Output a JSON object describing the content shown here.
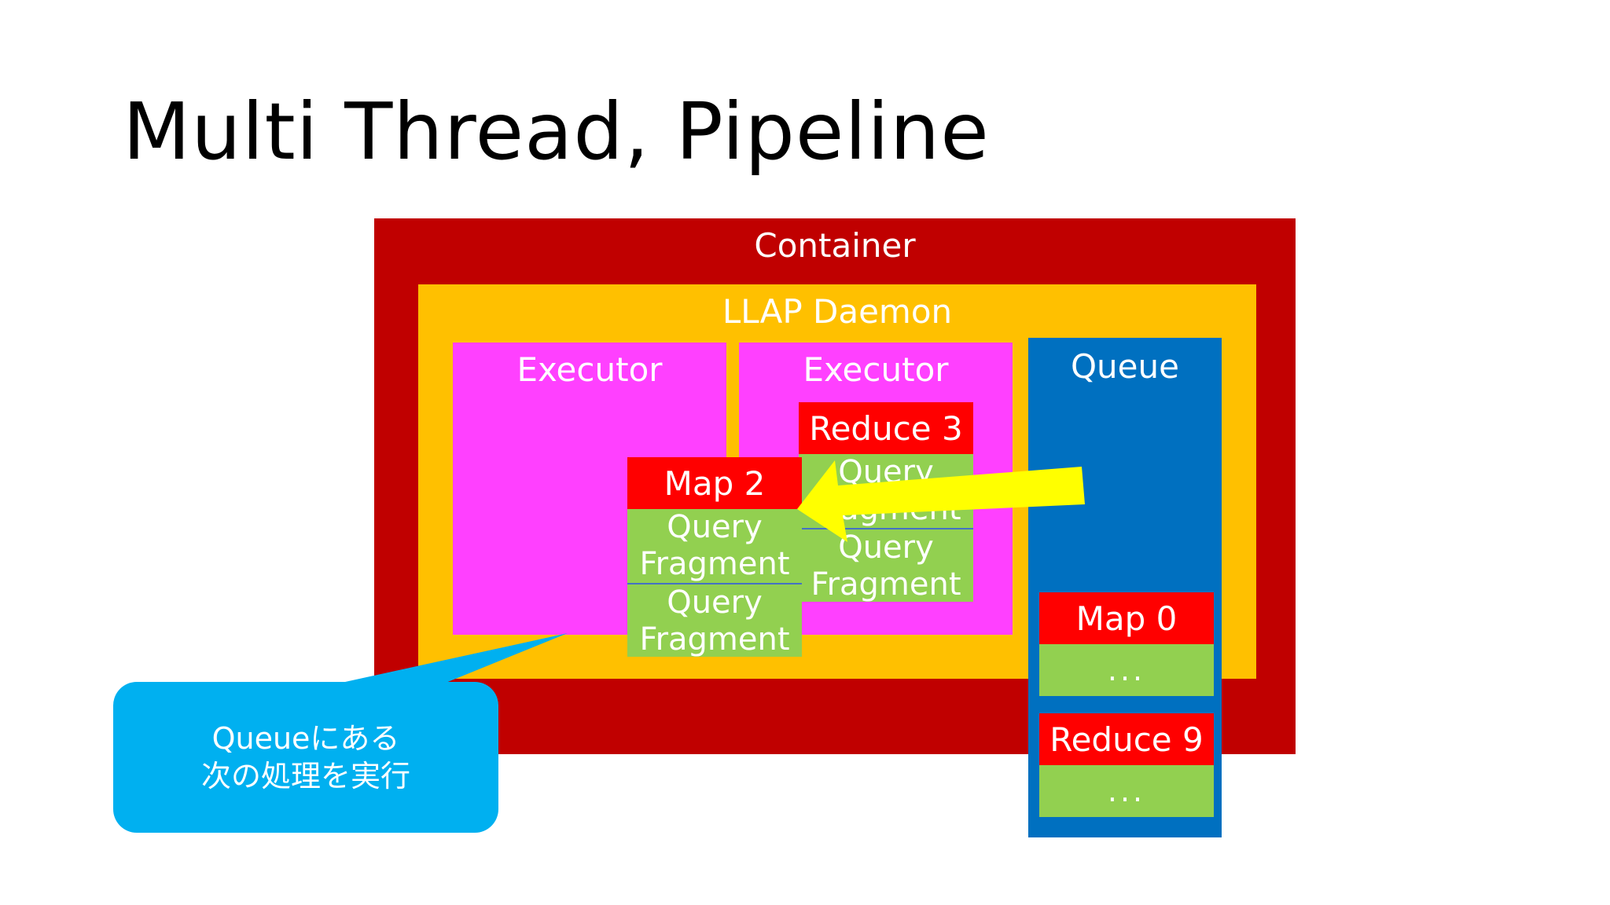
{
  "slide": {
    "title": "Multi Thread, Pipeline"
  },
  "diagram": {
    "container_label": "Container",
    "daemon_label": "LLAP Daemon",
    "executor1_label": "Executor",
    "executor2_label": "Executor",
    "queue_label": "Queue",
    "map2": {
      "head": "Map 2",
      "fragment1": "Query Fragment",
      "fragment2": "Query Fragment"
    },
    "reduce3": {
      "head": "Reduce 3",
      "fragment1": "Query Fragment",
      "fragment2": "Query Fragment"
    },
    "queue_items": [
      {
        "head": "Map 0",
        "body": "..."
      },
      {
        "head": "Reduce 9",
        "body": "..."
      }
    ],
    "callout": {
      "line1": "Queueにある",
      "line2": "次の処理を実行"
    },
    "colors": {
      "container": "#c00000",
      "daemon": "#ffc000",
      "executor": "#ff40ff",
      "queue": "#0070c0",
      "task_head": "#ff0000",
      "fragment": "#92d050",
      "arrow": "#ffff00",
      "callout": "#00b0f0"
    }
  }
}
